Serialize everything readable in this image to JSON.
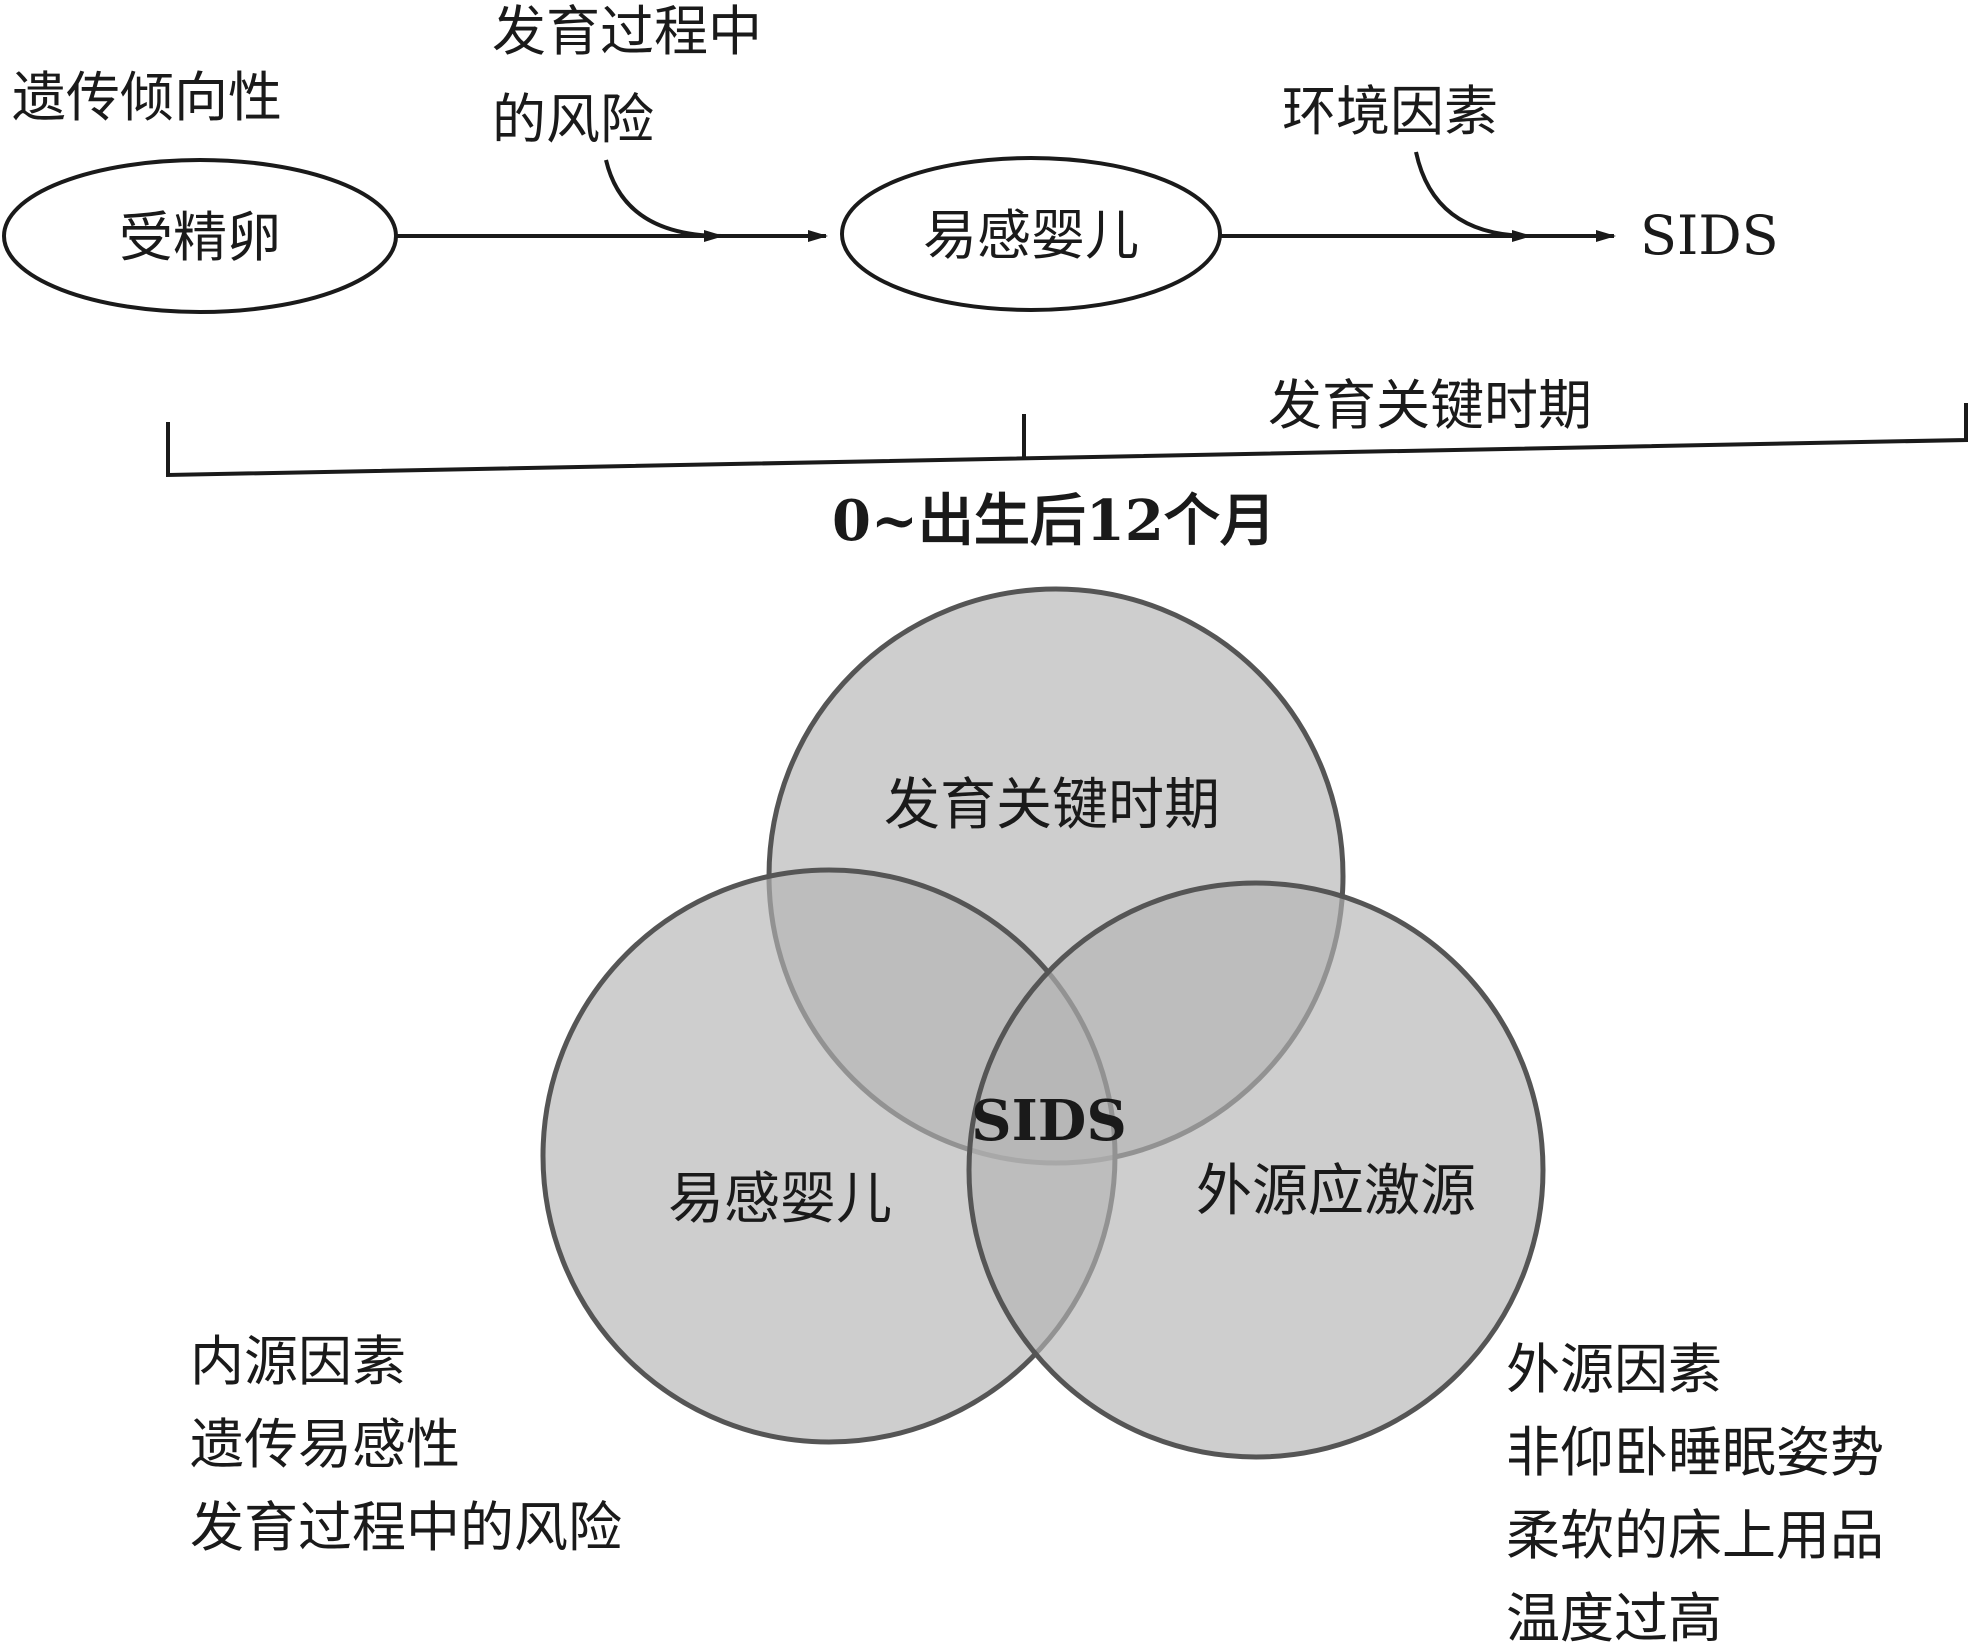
{
  "flow": {
    "genetic_label": "遗传倾向性",
    "dev_risk_line1": "发育过程中",
    "dev_risk_line2": "的风险",
    "env_label": "环境因素",
    "node1": "受精卵",
    "node2": "易感婴儿",
    "node3": "SIDS"
  },
  "timeline": {
    "critical_period": "发育关键时期",
    "range_label": "0~出生后12个月"
  },
  "venn": {
    "top_circle": "发育关键时期",
    "left_circle": "易感婴儿",
    "right_circle": "外源应激源",
    "center": "SIDS",
    "fill_color": "#b3b3b3",
    "stroke_color": "#555555"
  },
  "notes": {
    "internal": [
      "内源因素",
      "遗传易感性",
      "发育过程中的风险"
    ],
    "external": [
      "外源因素",
      "非仰卧睡眠姿势",
      "柔软的床上用品",
      "温度过高"
    ]
  }
}
